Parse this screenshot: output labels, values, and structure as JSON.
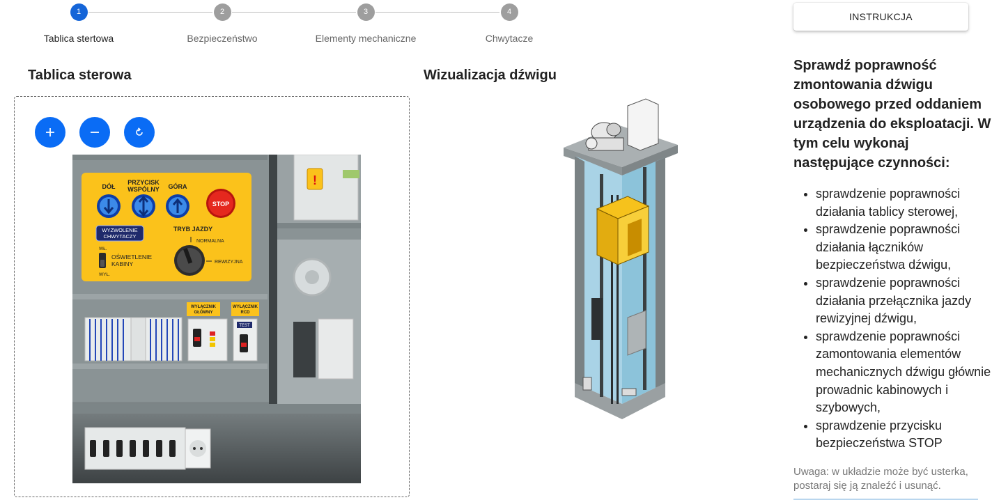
{
  "stepper": {
    "steps": [
      {
        "number": "1",
        "label": "Tablica stertowa"
      },
      {
        "number": "2",
        "label": "Bezpieczeństwo"
      },
      {
        "number": "3",
        "label": "Elementy mechaniczne"
      },
      {
        "number": "4",
        "label": "Chwytacze"
      }
    ]
  },
  "instruction_button": "INSTRUKCJA",
  "left_section": {
    "title": "Tablica sterowa",
    "zoom_in_icon": "plus-icon",
    "zoom_out_icon": "minus-icon",
    "reset_icon": "rotate-icon"
  },
  "panel": {
    "down_label": "DÓŁ",
    "common_label_1": "PRZYCISK",
    "common_label_2": "WSPÓLNY",
    "up_label": "GÓRA",
    "stop_label": "STOP",
    "release_label_1": "WYZWOLENIE",
    "release_label_2": "CHWYTACZY",
    "mode_title": "TRYB JAZDY",
    "mode_normal": "NORMALNA",
    "mode_revision": "REWIZYJNA",
    "switch_on": "WŁ.",
    "switch_off": "WYŁ.",
    "light_label_1": "OŚWIETLENIE",
    "light_label_2": "KABINY",
    "main_switch_1": "WYŁĄCZNIK",
    "main_switch_2": "GŁÓWNY",
    "rcd_1": "WYŁĄCZNIK",
    "rcd_2": "RCD",
    "test_label": "TEST"
  },
  "middle_section": {
    "title": "Wizualizacja dźwigu"
  },
  "instructions": {
    "heading": "Sprawdź poprawność zmontowania dźwigu osobowego przed oddaniem urządzenia do eksploatacji. W tym celu wykonaj następujące czynności:",
    "items": [
      "sprawdzenie poprawności działania tablicy sterowej,",
      "sprawdzenie poprawności działania łączników bezpieczeństwa dźwigu,",
      "sprawdzenie poprawności działania przełącznika jazdy rewizyjnej dźwigu,",
      "sprawdzenie poprawności zamontowania elementów mechanicznych dźwigu głównie prowadnic kabinowych i szybowych,",
      "sprawdzenie przycisku bezpieczeństwa STOP"
    ],
    "note": "Uwaga: w układzie może być usterka, postaraj się ją znaleźć i usunąć."
  },
  "colors": {
    "accent": "#0a6cf5",
    "step_active": "#1565d8",
    "step_inactive": "#9e9e9e",
    "panel_yellow": "#fbc21b",
    "stop_red": "#e5281e",
    "panel_gray": "#8a9395"
  }
}
